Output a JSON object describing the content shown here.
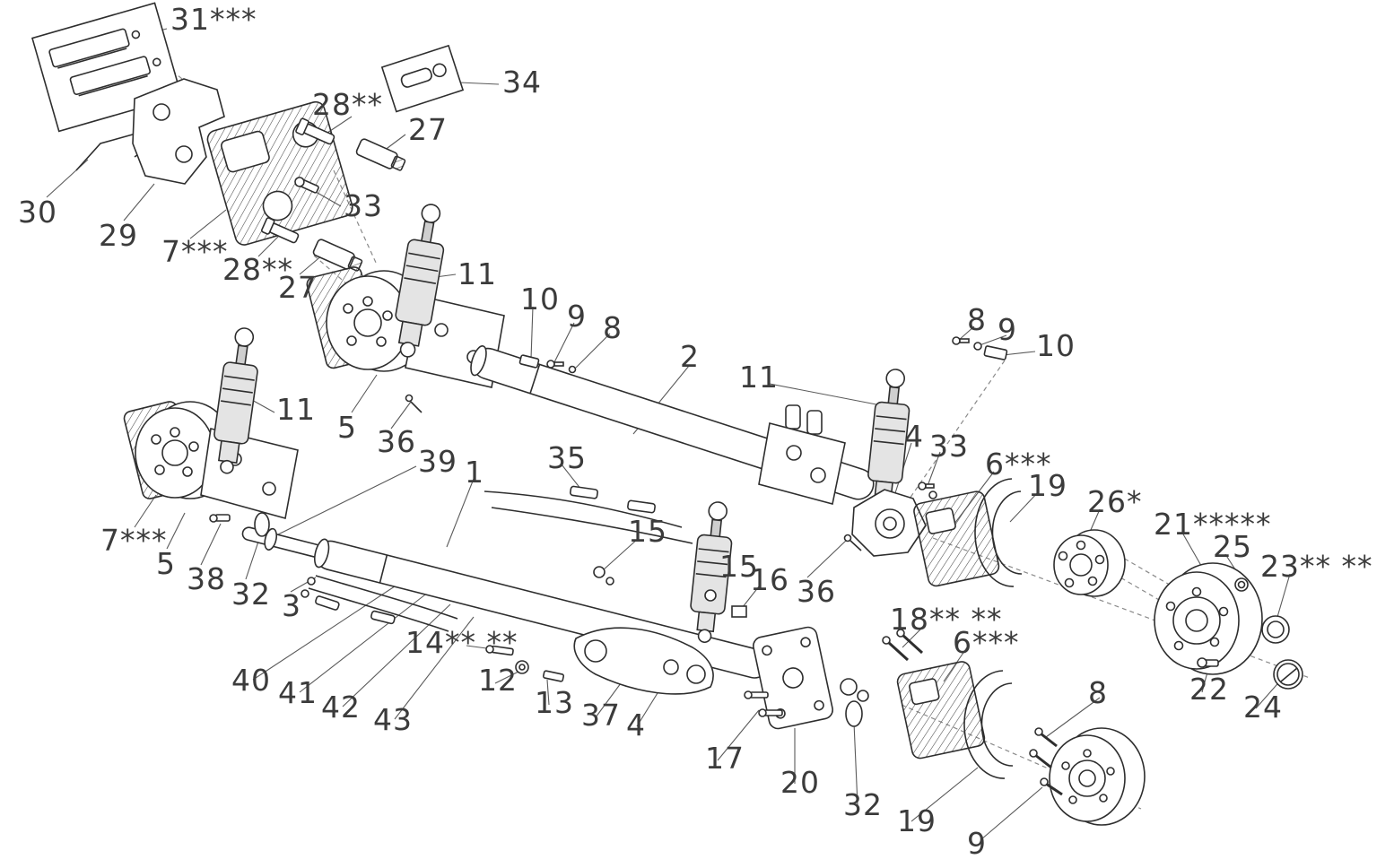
{
  "diagram": {
    "type": "exploded-parts-diagram",
    "background_color": "#ffffff",
    "line_color": "#2e2e2e",
    "label_color": "#3b3b3b"
  },
  "labels": [
    {
      "t": "31***"
    },
    {
      "t": "34"
    },
    {
      "t": "28**"
    },
    {
      "t": "27"
    },
    {
      "t": "30"
    },
    {
      "t": "29"
    },
    {
      "t": "33"
    },
    {
      "t": "7***"
    },
    {
      "t": "28**"
    },
    {
      "t": "27"
    },
    {
      "t": "11"
    },
    {
      "t": "10"
    },
    {
      "t": "9"
    },
    {
      "t": "8"
    },
    {
      "t": "2"
    },
    {
      "t": "8"
    },
    {
      "t": "9"
    },
    {
      "t": "10"
    },
    {
      "t": "11"
    },
    {
      "t": "11"
    },
    {
      "t": "5"
    },
    {
      "t": "36"
    },
    {
      "t": "39"
    },
    {
      "t": "1"
    },
    {
      "t": "35"
    },
    {
      "t": "4"
    },
    {
      "t": "33"
    },
    {
      "t": "6***"
    },
    {
      "t": "19"
    },
    {
      "t": "26*"
    },
    {
      "t": "21*****"
    },
    {
      "t": "25"
    },
    {
      "t": "23** **"
    },
    {
      "t": "7***"
    },
    {
      "t": "5"
    },
    {
      "t": "38"
    },
    {
      "t": "32"
    },
    {
      "t": "3"
    },
    {
      "t": "15"
    },
    {
      "t": "15"
    },
    {
      "t": "16"
    },
    {
      "t": "36"
    },
    {
      "t": "14** **"
    },
    {
      "t": "12"
    },
    {
      "t": "13"
    },
    {
      "t": "37"
    },
    {
      "t": "4"
    },
    {
      "t": "18** **"
    },
    {
      "t": "6***"
    },
    {
      "t": "40"
    },
    {
      "t": "41"
    },
    {
      "t": "42"
    },
    {
      "t": "43"
    },
    {
      "t": "17"
    },
    {
      "t": "20"
    },
    {
      "t": "32"
    },
    {
      "t": "19"
    },
    {
      "t": "8"
    },
    {
      "t": "22"
    },
    {
      "t": "24"
    },
    {
      "t": "9"
    }
  ]
}
